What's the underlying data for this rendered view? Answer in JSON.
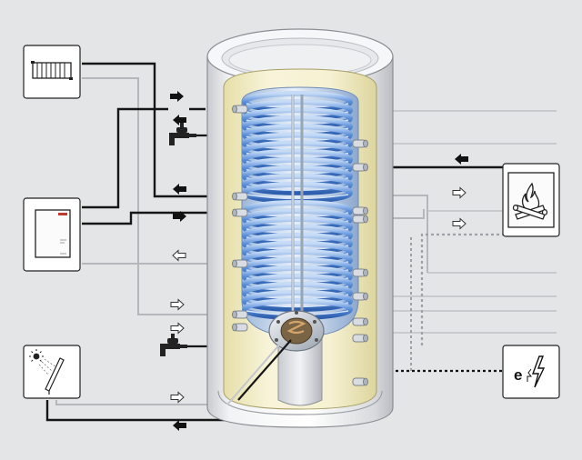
{
  "diagram": {
    "title": "",
    "devices": [
      {
        "id": "radiator",
        "icon": "radiator-icon"
      },
      {
        "id": "heat-pump",
        "icon": "heat-pump-icon"
      },
      {
        "id": "solar-collector",
        "icon": "solar-collector-icon"
      },
      {
        "id": "wood-boiler",
        "icon": "fire-logs-icon"
      },
      {
        "id": "electric-heater",
        "icon": "electric-heater-icon",
        "label": "e"
      }
    ],
    "colors": {
      "background": "#e4e5e7",
      "tank_shell": "#e9ebec",
      "tank_inner": "#f4f0cf",
      "coil": "#5b8fd8",
      "pipe": "#1c1c1c",
      "pipe_thin": "#b0b3b8",
      "dashed_pipe": "#222222",
      "dotted_pipe": "#8d9196"
    }
  }
}
